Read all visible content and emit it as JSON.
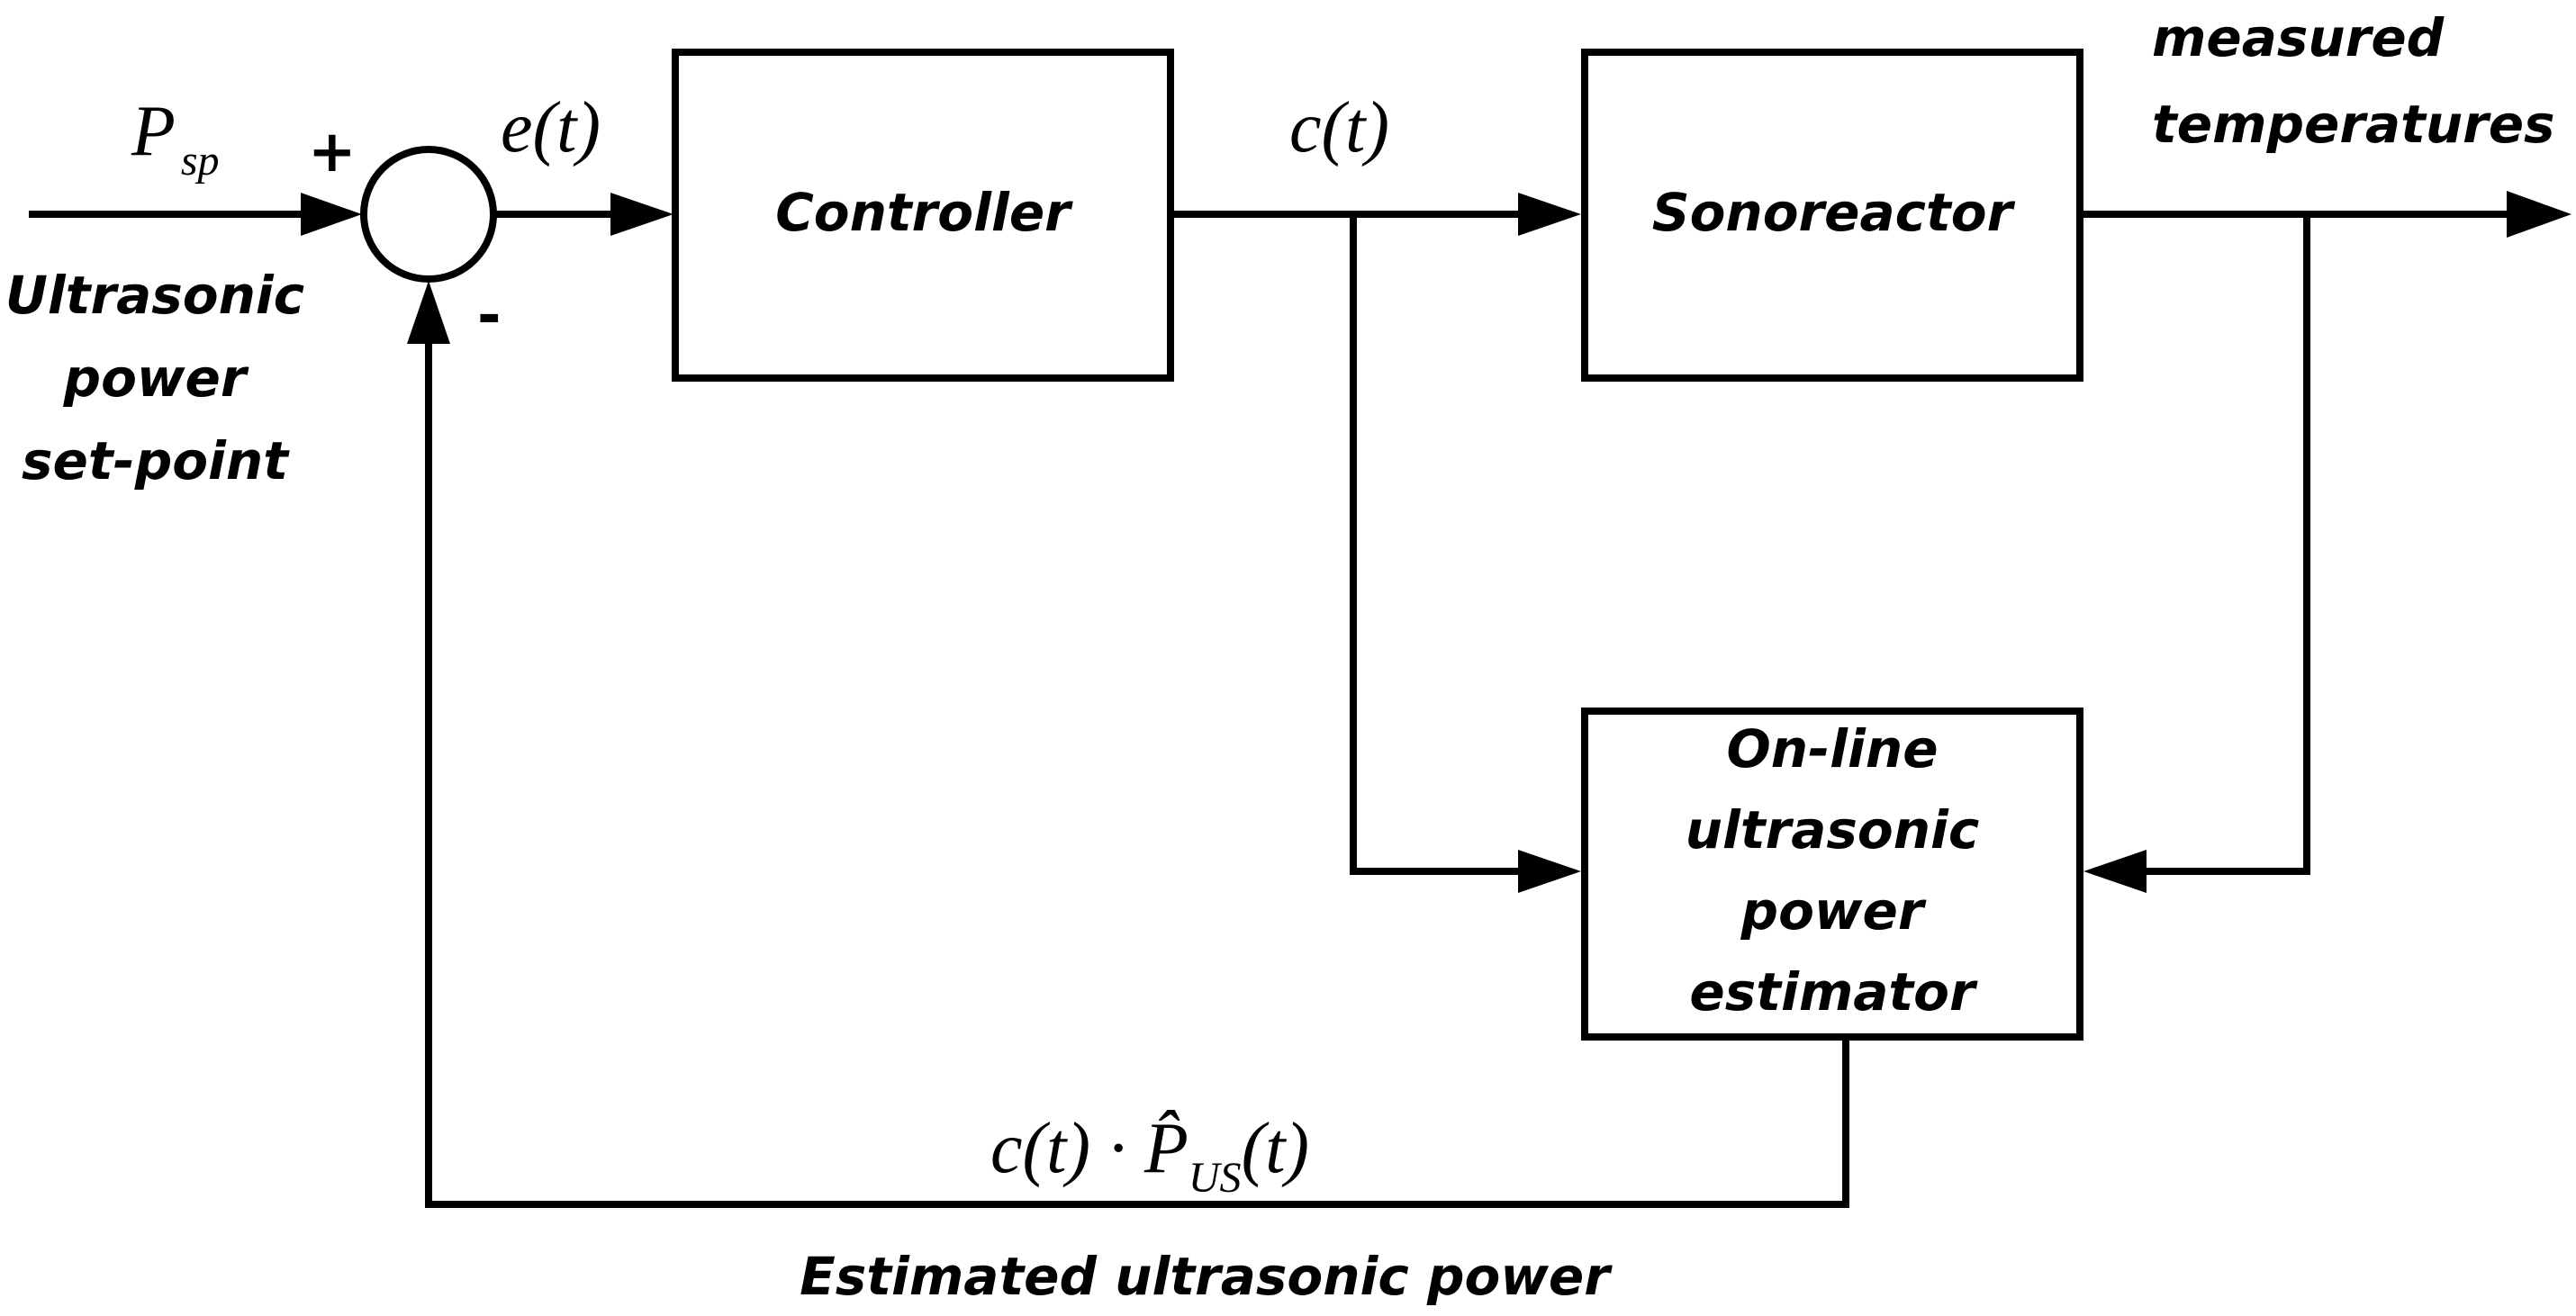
{
  "blocks": {
    "controller": "Controller",
    "plant": "Sonoreactor",
    "estimator": [
      "On-line",
      "ultrasonic",
      "power",
      "estimator"
    ]
  },
  "signals": {
    "setpoint_symbol": "P",
    "setpoint_subscript": "sp",
    "setpoint_desc": [
      "Ultrasonic",
      "power",
      "set-point"
    ],
    "plus_sign": "+",
    "minus_sign": "-",
    "error": "e(t)",
    "control": "c(t)",
    "output_desc": [
      "measured",
      "temperatures"
    ],
    "feedback_prefix": "c(t) · ",
    "feedback_symbol": "P̂",
    "feedback_subscript": "US",
    "feedback_suffix": "(t)",
    "feedback_desc": "Estimated ultrasonic power"
  }
}
